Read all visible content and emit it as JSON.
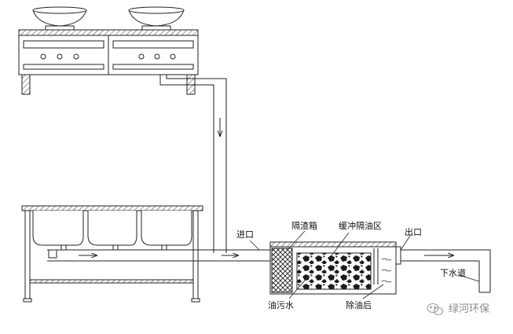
{
  "labels": {
    "inlet": "进口",
    "residue_box": "隔渣箱",
    "buffer_zone": "缓冲隔油区",
    "outlet": "出口",
    "sewer": "下水道",
    "oily_water": "油污水",
    "after_deoil": "除油后"
  },
  "watermark": {
    "text": "绿河环保",
    "icon": "wechat-icon"
  },
  "colors": {
    "line": "#222222",
    "pipe_fill": "#ffffff",
    "watermark": "#8a8a8a"
  }
}
